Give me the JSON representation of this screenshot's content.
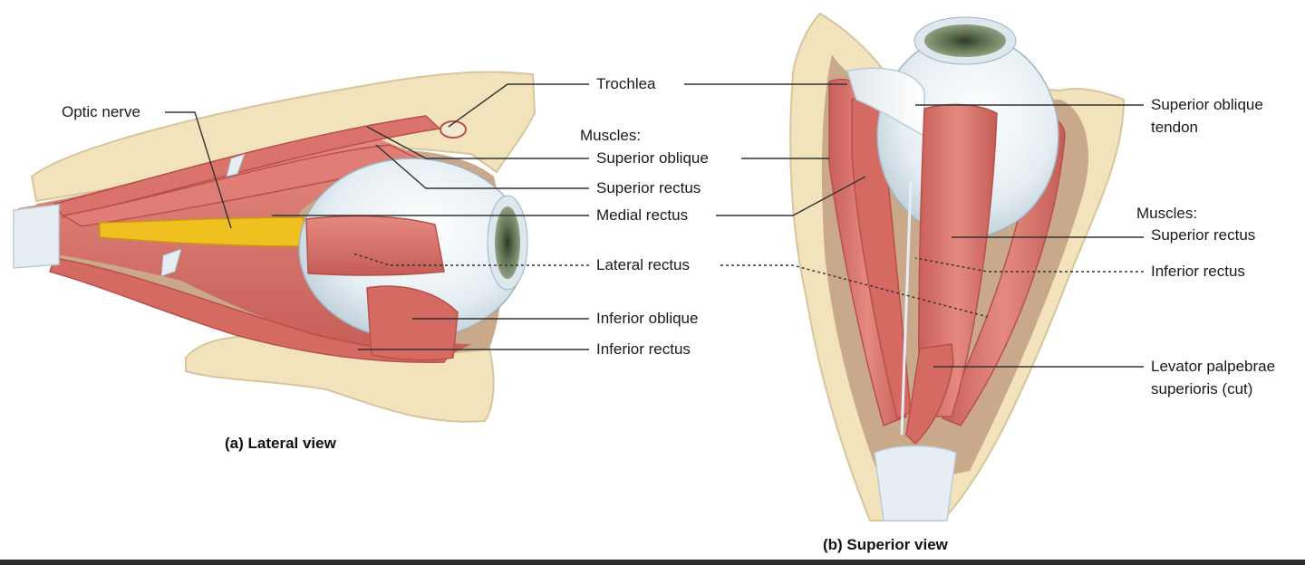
{
  "lateral": {
    "caption": "(a) Lateral view",
    "labels": {
      "optic_nerve": "Optic nerve",
      "trochlea": "Trochlea",
      "muscles_heading": "Muscles:",
      "superior_oblique": "Superior oblique",
      "superior_rectus": "Superior rectus",
      "medial_rectus": "Medial rectus",
      "lateral_rectus": "Lateral rectus",
      "inferior_oblique": "Inferior oblique",
      "inferior_rectus": "Inferior rectus"
    }
  },
  "superior": {
    "caption": "(b) Superior view",
    "labels": {
      "superior_oblique_tendon_1": "Superior oblique",
      "superior_oblique_tendon_2": "tendon",
      "muscles_heading": "Muscles:",
      "superior_rectus": "Superior rectus",
      "inferior_rectus": "Inferior rectus",
      "levator_1": "Levator palpebrae",
      "levator_2": "superioris (cut)"
    }
  },
  "colors": {
    "bone": "#f2e3bd",
    "muscle": "#d9736b",
    "muscle_dark": "#b8504a",
    "nerve": "#f0c020",
    "sclera": "#eef3f6",
    "iris": "#7e8f6a",
    "orbit_shadow": "#c9a98a",
    "leader": "#333333"
  }
}
